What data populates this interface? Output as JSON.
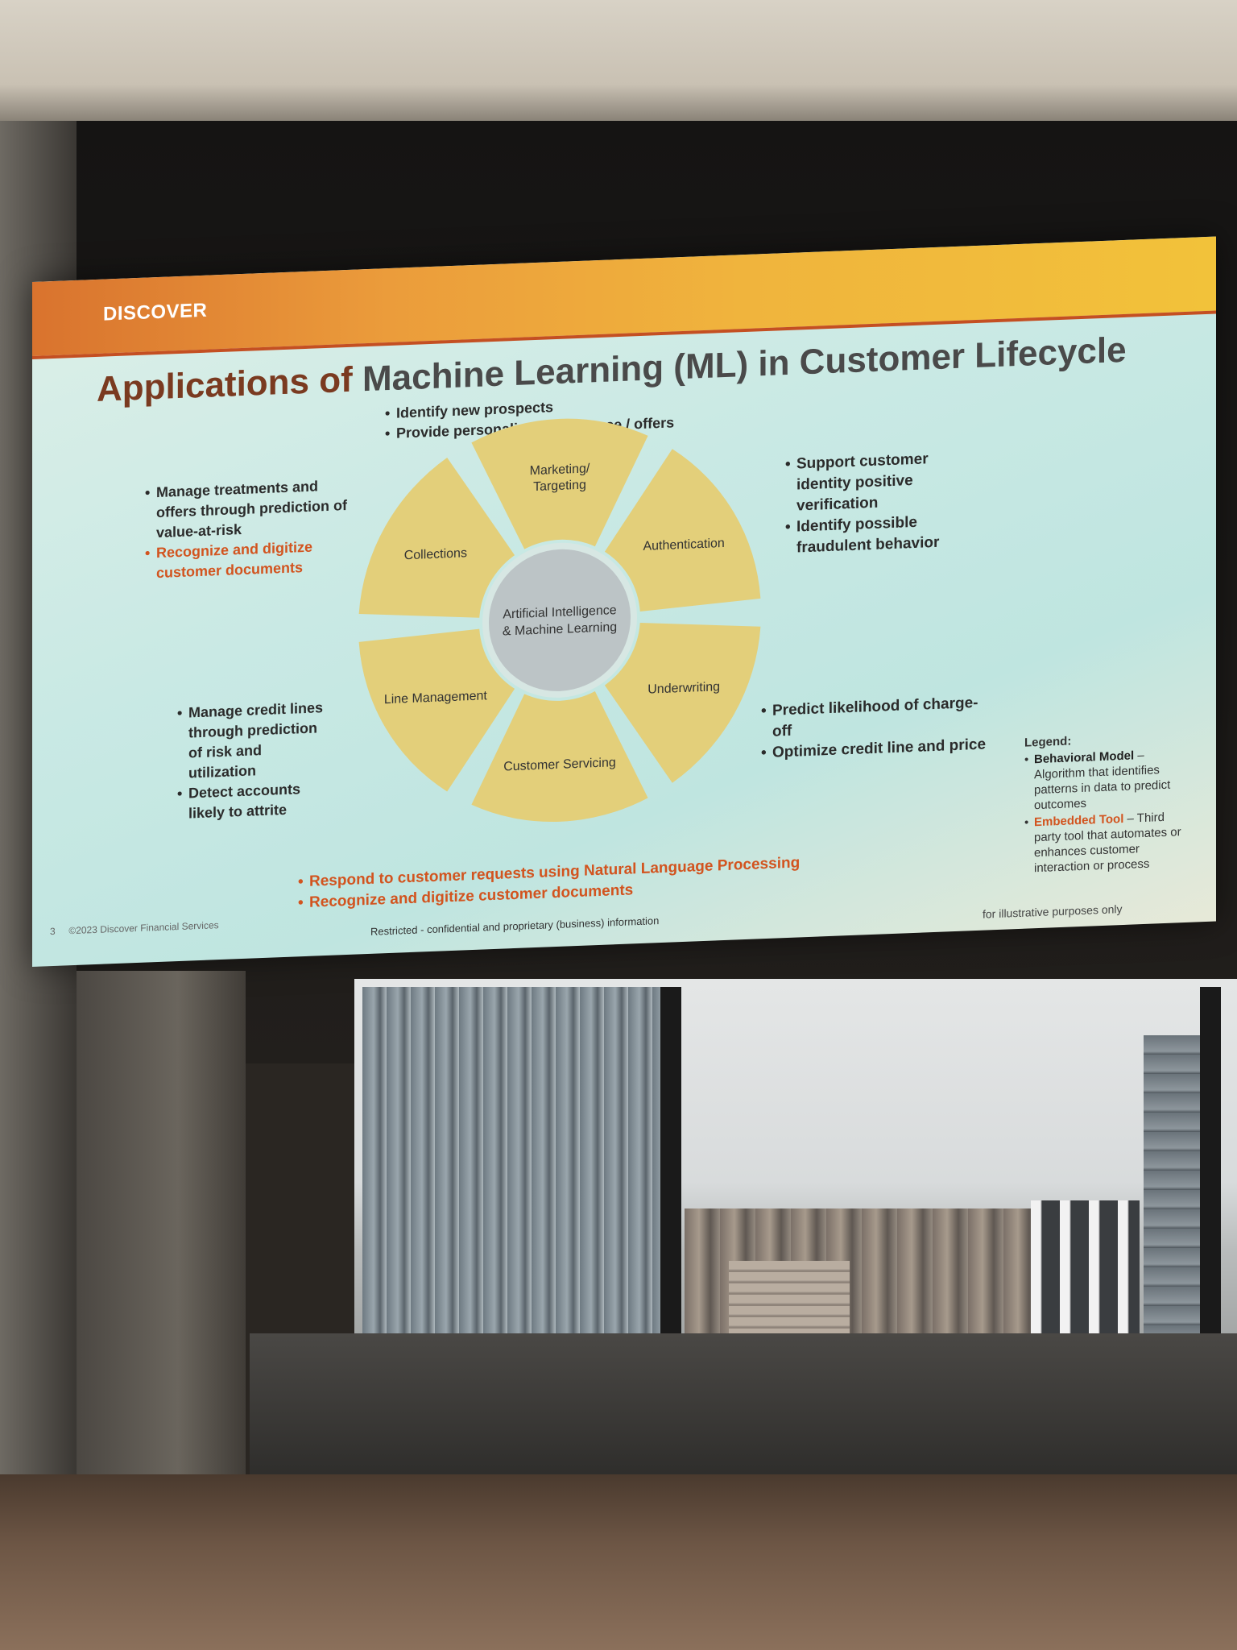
{
  "slide": {
    "brand": "DISCOVER",
    "title_lead": "Applications of ",
    "title_rest": "Machine Learning (ML) in Customer Lifecycle",
    "top_bullets": [
      "Identify new prospects",
      "Provide personalized experience / offers"
    ],
    "collections_bullets": [
      {
        "text": "Manage treatments and offers through prediction of value-at-risk",
        "highlight": false
      },
      {
        "text": "Recognize and digitize customer documents",
        "highlight": true
      }
    ],
    "authentication_bullets": [
      "Support customer identity positive verification",
      "Identify possible fraudulent behavior"
    ],
    "line_mgmt_bullets": [
      "Manage credit lines through prediction of risk and utilization",
      "Detect accounts likely to attrite"
    ],
    "underwriting_bullets": [
      "Predict likelihood of charge-off",
      "Optimize credit line and price"
    ],
    "servicing_bullets": [
      "Respond to customer requests using Natural Language Processing",
      "Recognize and digitize customer documents"
    ],
    "wheel": {
      "center_line1": "Artificial Intelligence",
      "center_line2": "& Machine Learning",
      "segments": [
        {
          "label_line1": "Marketing/",
          "label_line2": "Targeting"
        },
        {
          "label_line1": "Authentication",
          "label_line2": ""
        },
        {
          "label_line1": "Underwriting",
          "label_line2": ""
        },
        {
          "label_line1": "Customer Servicing",
          "label_line2": ""
        },
        {
          "label_line1": "Line Management",
          "label_line2": ""
        },
        {
          "label_line1": "Collections",
          "label_line2": ""
        }
      ]
    },
    "legend": {
      "heading": "Legend:",
      "items": [
        {
          "term": "Behavioral Model",
          "desc": " – Algorithm that identifies patterns in data to predict outcomes"
        },
        {
          "term": "Embedded Tool",
          "desc": " – Third party tool that automates or enhances customer interaction or process"
        }
      ]
    },
    "footer_page": "3",
    "footer_copyright": "©2023 Discover Financial Services",
    "footer_restricted": "Restricted - confidential and proprietary (business) information",
    "footer_illustrative": "for illustrative purposes only"
  },
  "colors": {
    "segment": "#e3cf7a",
    "center": "#bcc4c6",
    "accent_orange": "#d2541f",
    "title_brown": "#7a3a20"
  }
}
